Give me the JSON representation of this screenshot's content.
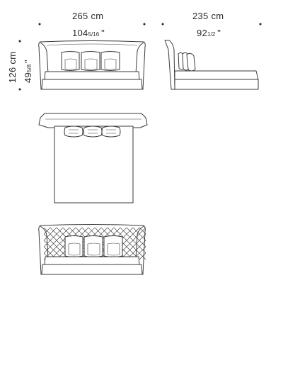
{
  "dimensions": {
    "width": {
      "cm": "265 cm",
      "inch_whole": "104",
      "inch_fraction": "5/16",
      "inch_mark": "\""
    },
    "depth": {
      "cm": "235 cm",
      "inch_whole": "92",
      "inch_fraction": "1/2",
      "inch_mark": "\""
    },
    "height": {
      "cm": "126 cm",
      "inch_whole": "49",
      "inch_fraction": "5/8",
      "inch_mark": "\""
    }
  },
  "views": [
    "front-view",
    "side-view",
    "top-view",
    "back-view"
  ],
  "colors": {
    "line": "#3a3a3a",
    "text": "#2a2a2a",
    "background": "#ffffff"
  }
}
